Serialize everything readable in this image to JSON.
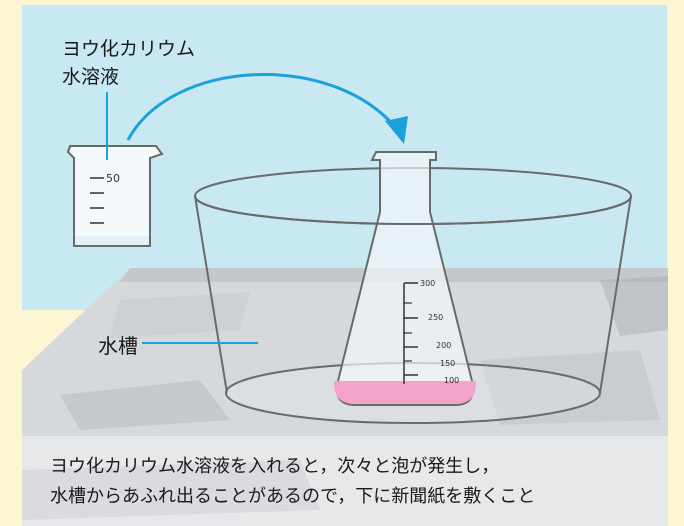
{
  "reagent_label": [
    "ヨウ化カリウム",
    "水溶液"
  ],
  "beaker": {
    "tick_label": "50"
  },
  "flask": {
    "tick_labels": [
      "300",
      "250",
      "200",
      "150",
      "100"
    ]
  },
  "tank_label": "水槽",
  "caption": [
    "ヨウ化カリウム水溶液を入れると，次々と泡が発生し，",
    "水槽からあふれ出ることがあるので，下に新聞紙を敷くこと"
  ],
  "colors": {
    "sky": "#c8e8f2",
    "frame": "#fdf6d3",
    "arrow": "#1ba2db",
    "liquid": "#f3a3c7",
    "glass": "#6a6a6a"
  }
}
